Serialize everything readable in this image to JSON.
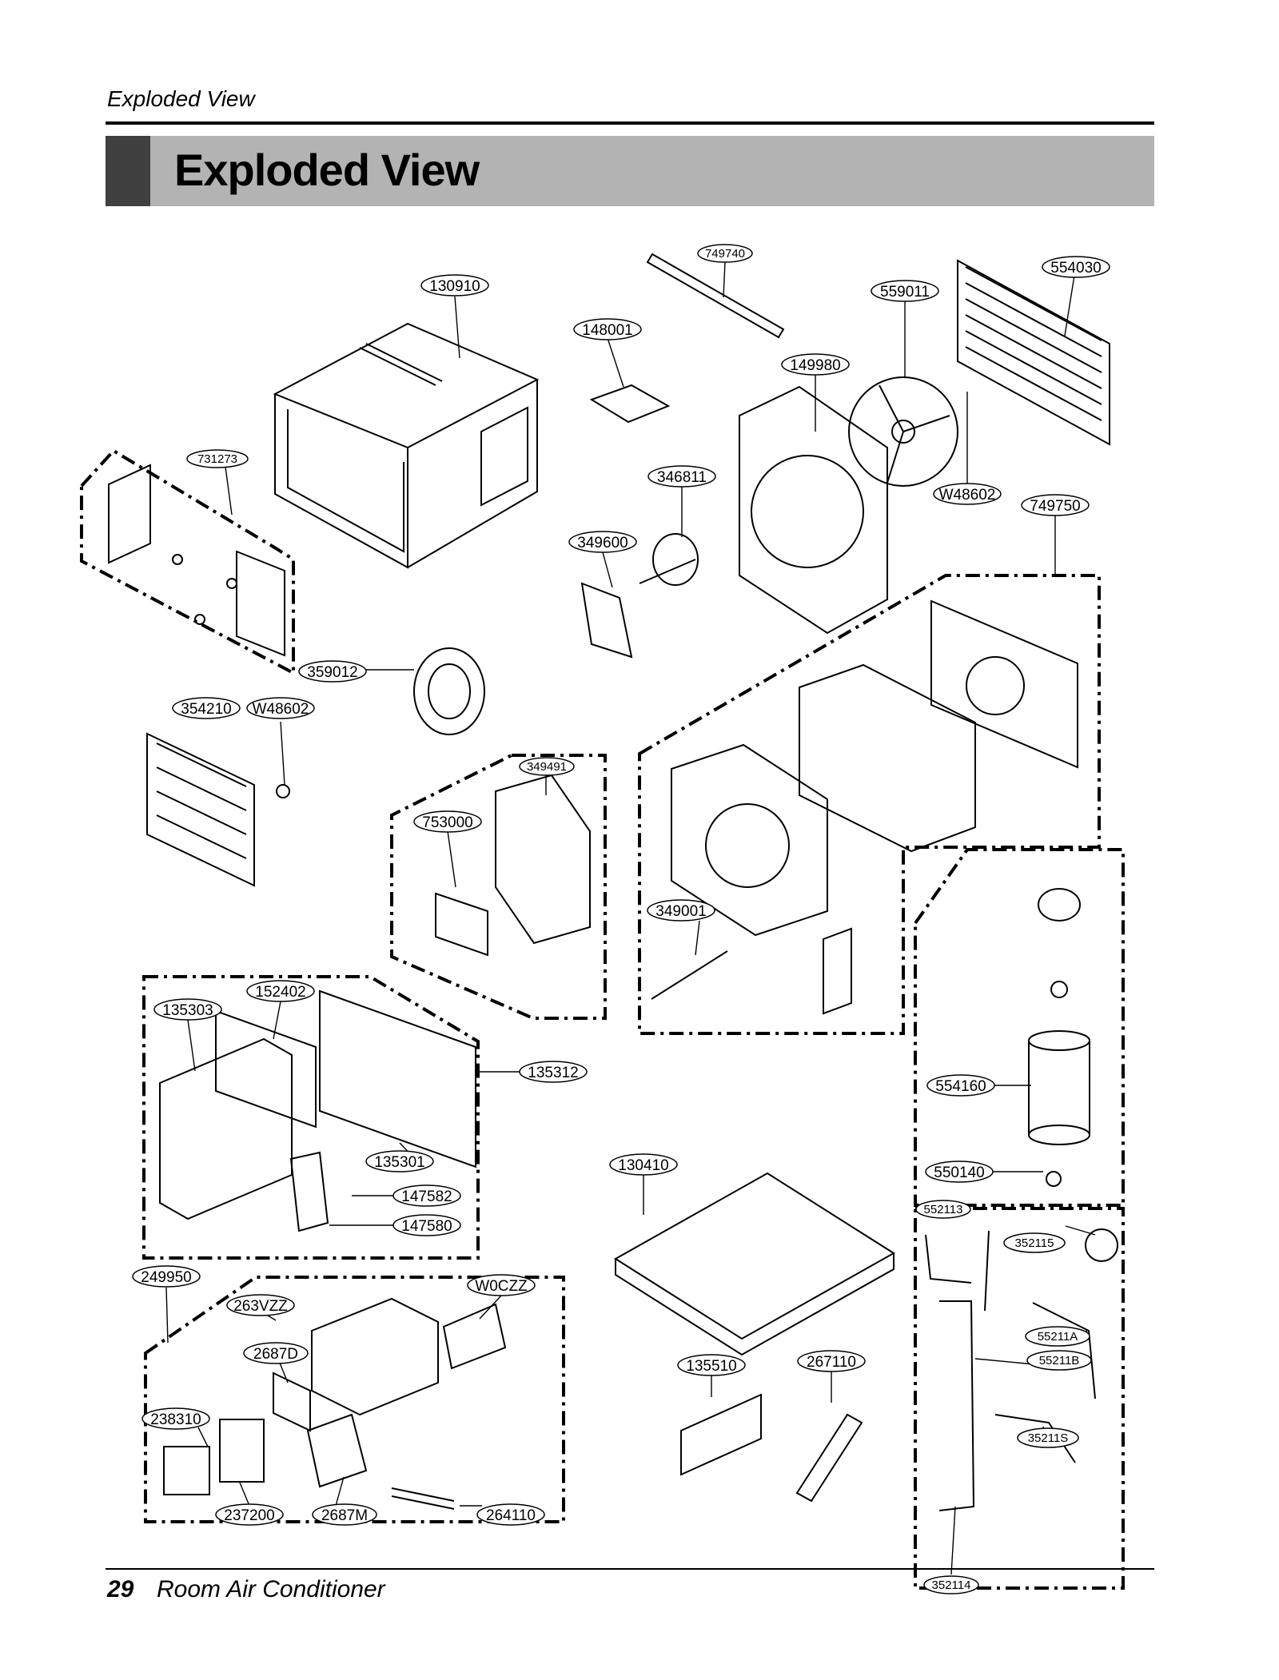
{
  "header": {
    "section": "Exploded View",
    "title": "Exploded View"
  },
  "footer": {
    "page_number": "29",
    "document": "Room Air Conditioner"
  },
  "parts": [
    "749740",
    "554030",
    "130910",
    "559011",
    "148001",
    "149980",
    "731273",
    "346811",
    "W48602",
    "749750",
    "349600",
    "359012",
    "354210",
    "W48602",
    "349491",
    "753000",
    "349001",
    "135303",
    "152402",
    "135312",
    "554160",
    "135301",
    "130410",
    "147582",
    "550140",
    "147580",
    "552113",
    "352115",
    "249950",
    "W0CZZ",
    "263VZZ",
    "2687D",
    "55211A",
    "55211B",
    "135510",
    "267110",
    "238310",
    "35211S",
    "237200",
    "2687M",
    "264110",
    "352114"
  ]
}
